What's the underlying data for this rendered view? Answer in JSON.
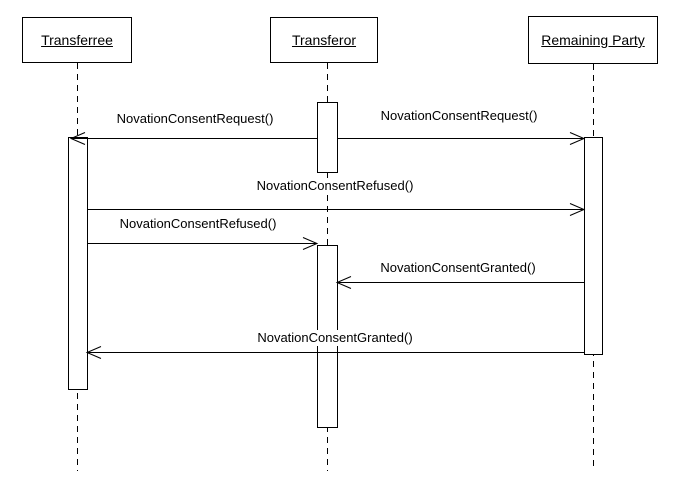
{
  "diagram": {
    "type": "uml-sequence-diagram",
    "colors": {
      "background": "#ffffff",
      "line": "#000000",
      "text": "#000000",
      "activation_fill": "#ffffff"
    },
    "participants": [
      {
        "name": "Transferree"
      },
      {
        "name": "Transferor"
      },
      {
        "name": "Remaining Party"
      }
    ],
    "messages": [
      {
        "label": "NovationConsentRequest()",
        "from": "Transferor",
        "to": "Transferree",
        "direction": "left"
      },
      {
        "label": "NovationConsentRequest()",
        "from": "Transferor",
        "to": "Remaining Party",
        "direction": "right"
      },
      {
        "label": "NovationConsentRefused()",
        "from": "Transferree",
        "to": "Remaining Party",
        "direction": "right"
      },
      {
        "label": "NovationConsentRefused()",
        "from": "Transferree",
        "to": "Transferor",
        "direction": "right"
      },
      {
        "label": "NovationConsentGranted()",
        "from": "Remaining Party",
        "to": "Transferor",
        "direction": "left"
      },
      {
        "label": "NovationConsentGranted()",
        "from": "Remaining Party",
        "to": "Transferree",
        "direction": "left"
      }
    ]
  }
}
